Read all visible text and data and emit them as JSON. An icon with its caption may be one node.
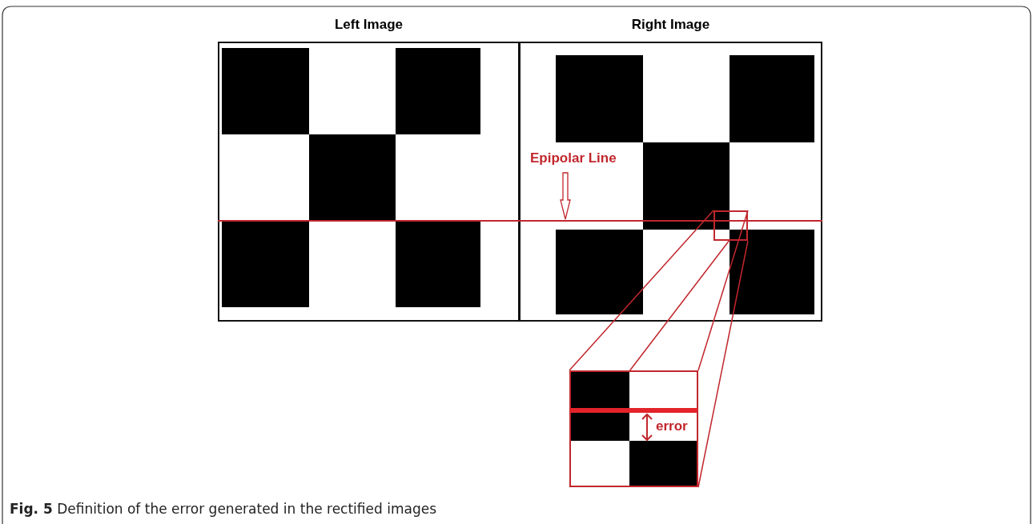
{
  "diagram": {
    "caption": "**Fig. 5** Definition of the error generated in the rectified images",
    "nodes": [
      {
        "text": [
          "Left Image"
        ]
      },
      {
        "text": [
          "Right Image"
        ]
      },
      {
        "text": [
          "Epipolar Line"
        ],
        "in": 1
      },
      {
        "text": [],
        "shape": "box",
        "in": 1
      },
      {
        "text": [
          "error"
        ]
      },
      {
        "text": [],
        "shape": "line"
      }
    ],
    "edges": [
      {
        "from": 2,
        "to": 5,
        "arrow": "to"
      },
      {
        "from": 3,
        "to": 4,
        "arrow": "none"
      },
      {
        "from": 3,
        "to": 4,
        "arrow": "none"
      },
      {
        "from": 3,
        "to": 4,
        "arrow": "none"
      },
      {
        "from": 3,
        "to": 4,
        "arrow": "none"
      }
    ]
  }
}
